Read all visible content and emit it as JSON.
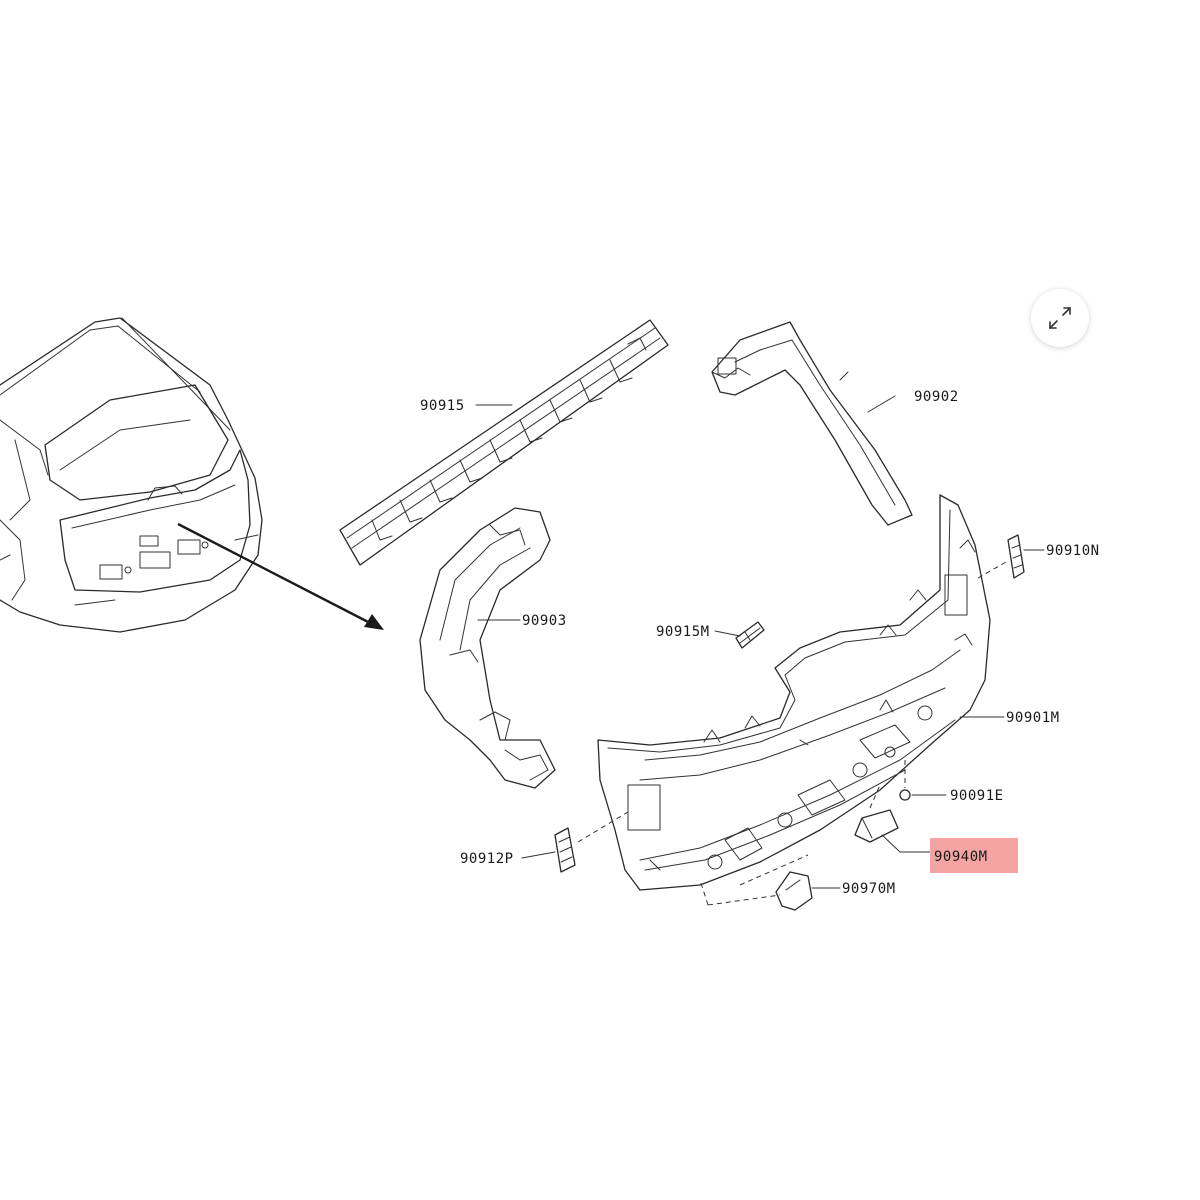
{
  "labels": {
    "p90915": "90915",
    "p90902": "90902",
    "p90910N": "90910N",
    "p90903": "90903",
    "p90915M": "90915M",
    "p90901M": "90901M",
    "p90091E": "90091E",
    "p90912P": "90912P",
    "p90940M": "90940M",
    "p90970M": "90970M"
  },
  "highlight": {
    "part": "90940M",
    "color": "#f5a3a3"
  },
  "icons": {
    "expand": "expand-arrows-icon"
  }
}
